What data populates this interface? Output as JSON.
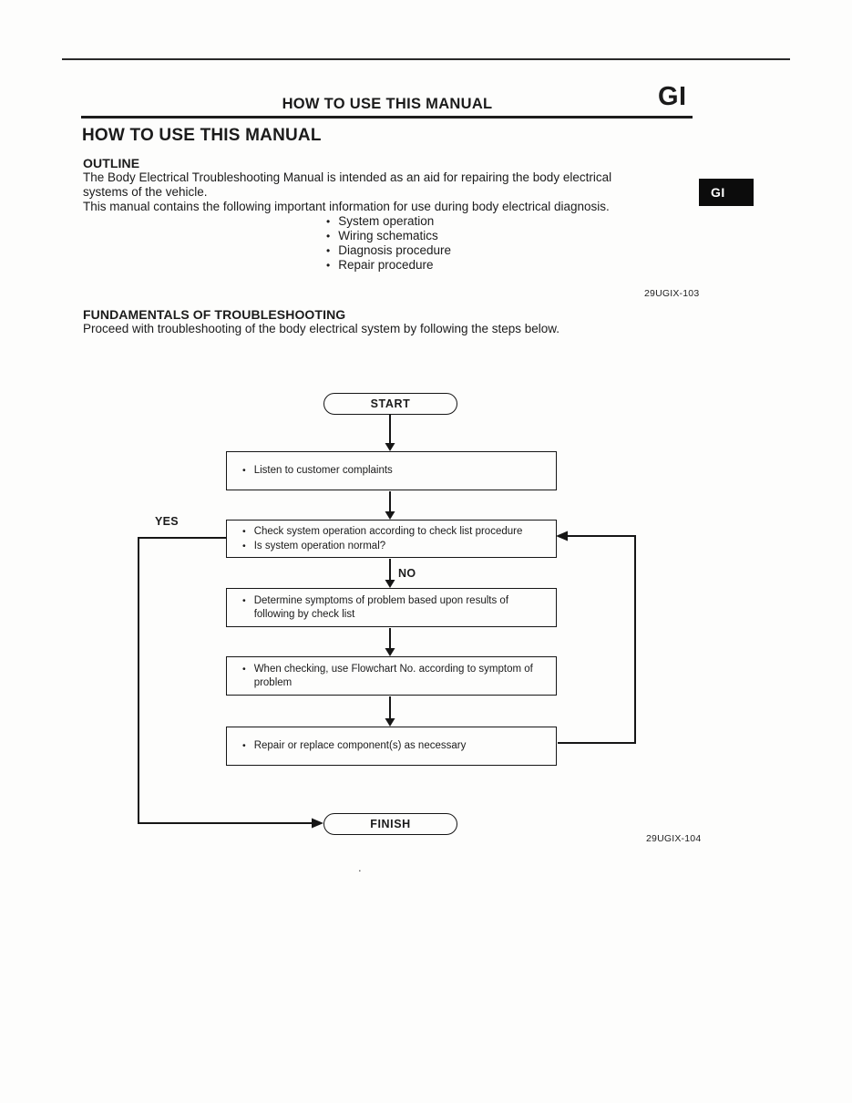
{
  "header": {
    "running_title": "HOW TO USE THIS MANUAL",
    "section_code": "GI"
  },
  "section": {
    "title": "HOW TO USE THIS MANUAL",
    "tab_label": "GI",
    "outline": {
      "heading": "OUTLINE",
      "body_lines": [
        "The Body Electrical Troubleshooting Manual is intended as an aid for repairing the body electrical",
        "systems of the vehicle.",
        "This manual contains the following important information for use during body electrical diagnosis."
      ],
      "bullets": [
        "System operation",
        "Wiring schematics",
        "Diagnosis procedure",
        "Repair procedure"
      ],
      "figure_code": "29UGIX-103"
    }
  },
  "fundamentals": {
    "heading": "FUNDAMENTALS OF TROUBLESHOOTING",
    "intro": "Proceed with troubleshooting of the body electrical system by following the steps below.",
    "figure_code": "29UGIX-104"
  },
  "flowchart": {
    "start_label": "START",
    "finish_label": "FINISH",
    "yes_label": "YES",
    "no_label": "NO",
    "steps": [
      {
        "items": [
          [
            "Listen to customer complaints"
          ]
        ]
      },
      {
        "items": [
          [
            "Check system operation according to check list procedure"
          ],
          [
            "Is system operation normal?"
          ]
        ]
      },
      {
        "items": [
          [
            "Determine symptoms of problem based upon results of",
            "following by check list"
          ]
        ]
      },
      {
        "items": [
          [
            "When checking, use Flowchart No. according to symptom of",
            "problem"
          ]
        ]
      },
      {
        "items": [
          [
            "Repair or replace component(s) as necessary"
          ]
        ]
      }
    ]
  },
  "artifacts": {
    "stray_mark": "."
  },
  "colors": {
    "ink": "#1b1b1b",
    "line": "#161616",
    "tab_bg": "#0c0c0c",
    "tab_text": "#ffffff",
    "paper": "#fdfdfc"
  }
}
